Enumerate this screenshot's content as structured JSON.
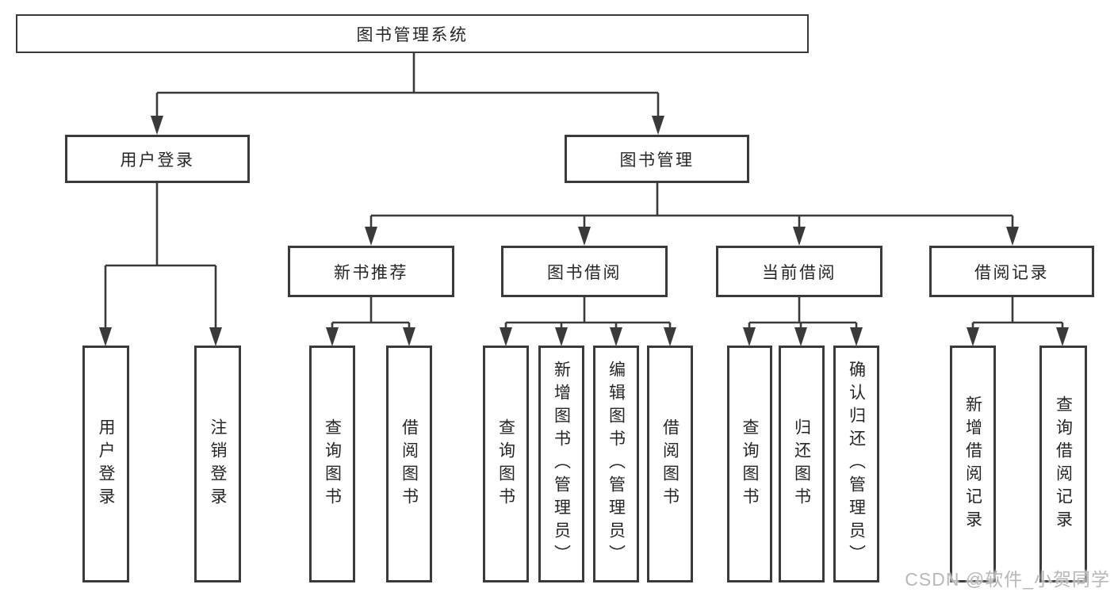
{
  "tree": {
    "label": "图书管理系统",
    "children": [
      {
        "label": "用户登录",
        "children": [
          {
            "label": "用户登录"
          },
          {
            "label": "注销登录"
          }
        ]
      },
      {
        "label": "图书管理",
        "children": [
          {
            "label": "新书推荐",
            "children": [
              {
                "label": "查询图书"
              },
              {
                "label": "借阅图书"
              }
            ]
          },
          {
            "label": "图书借阅",
            "children": [
              {
                "label": "查询图书"
              },
              {
                "label": "新增图书（管理员）"
              },
              {
                "label": "编辑图书（管理员）"
              },
              {
                "label": "借阅图书"
              }
            ]
          },
          {
            "label": "当前借阅",
            "children": [
              {
                "label": "查询图书"
              },
              {
                "label": "归还图书"
              },
              {
                "label": "确认归还（管理员）"
              }
            ]
          },
          {
            "label": "借阅记录",
            "children": [
              {
                "label": "新增借阅记录"
              },
              {
                "label": "查询借阅记录"
              }
            ]
          }
        ]
      }
    ]
  },
  "watermark": {
    "text": "CSDN @软件_小贺同学"
  },
  "colors": {
    "line": "#3a3a3a",
    "text": "#262626",
    "background": "#ffffff",
    "watermark": "#b8b8b8"
  }
}
